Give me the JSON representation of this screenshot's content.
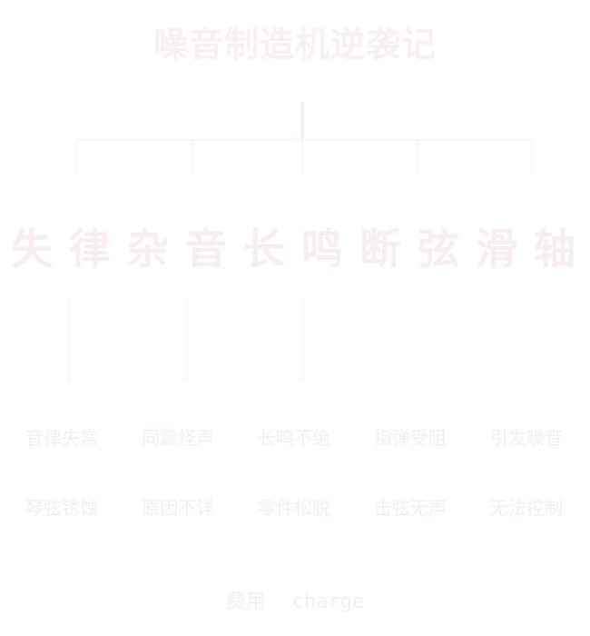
{
  "title": "噪音制造机逆袭记",
  "categories": [
    {
      "label": "失律",
      "items": [
        "音律失常",
        "琴弦锈蚀"
      ]
    },
    {
      "label": "杂音",
      "items": [
        "同震怪声",
        "原因不详"
      ]
    },
    {
      "label": "长鸣",
      "items": [
        "长鸣不绝",
        "零件松脱"
      ]
    },
    {
      "label": "断弦",
      "items": [
        "指弹受阻",
        "击弦无声"
      ]
    },
    {
      "label": "滑轴",
      "items": [
        "引发噪音",
        "无法控制"
      ]
    }
  ],
  "footer": {
    "cn": "费用",
    "en": "charge"
  },
  "colors": {
    "ink": "#f6eef0",
    "line": "#f3eff0"
  }
}
